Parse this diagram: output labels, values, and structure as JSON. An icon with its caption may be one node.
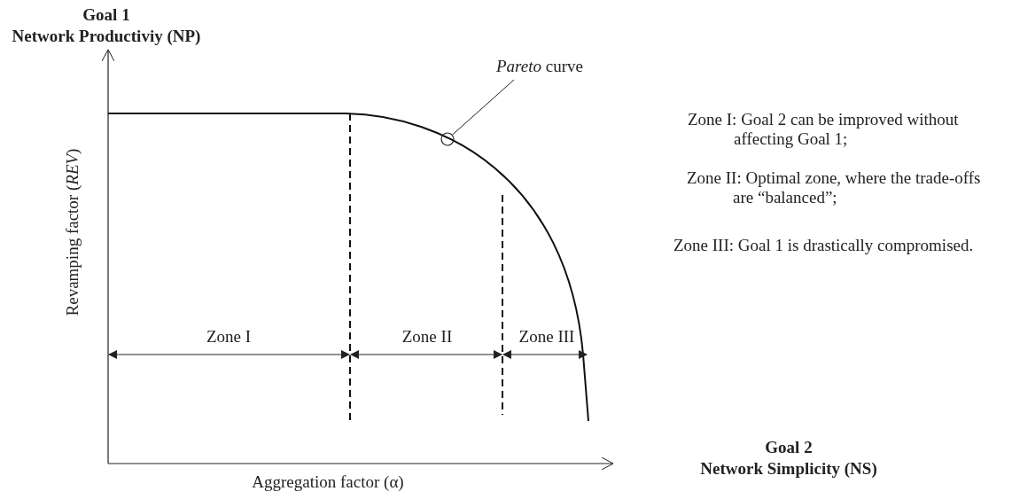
{
  "diagram": {
    "nodes": [
      {
        "text": [
          "*Pareto* curve"
        ]
      },
      {
        "text": [],
        "shape": "circle"
      }
    ],
    "edges": [
      {
        "from": 0,
        "to": 1,
        "arrow": "none"
      }
    ],
    "labels": [
      "Goal 1",
      "Network Productiviy (NP)",
      "Zone I: Goal 2 can be improved without affecting Goal 1;",
      "Zone II: Optimal zone, where the trade-offs are “balanced”;",
      "Revamping factor (*REV*)",
      "Zone III: Goal 1 is drastically compromised.",
      "Zone I",
      "Zone II",
      "Zone III",
      "Goal 2",
      "Aggregation factor (α)",
      "Network Simplicity (NS)"
    ]
  }
}
